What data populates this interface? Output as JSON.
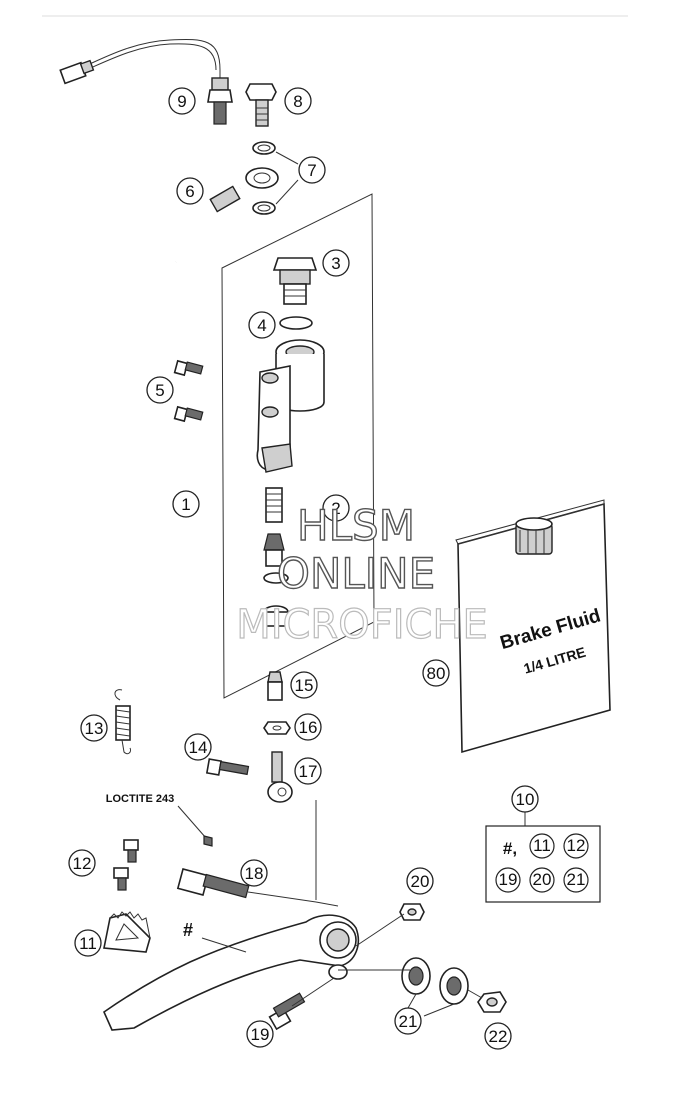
{
  "callouts": [
    {
      "id": "c1",
      "text": "1"
    },
    {
      "id": "c2",
      "text": "2"
    },
    {
      "id": "c3",
      "text": "3"
    },
    {
      "id": "c4",
      "text": "4"
    },
    {
      "id": "c5",
      "text": "5"
    },
    {
      "id": "c6",
      "text": "6"
    },
    {
      "id": "c7",
      "text": "7"
    },
    {
      "id": "c8",
      "text": "8"
    },
    {
      "id": "c9",
      "text": "9"
    },
    {
      "id": "c10",
      "text": "10"
    },
    {
      "id": "c11",
      "text": "11"
    },
    {
      "id": "c12",
      "text": "12"
    },
    {
      "id": "c13",
      "text": "13"
    },
    {
      "id": "c14",
      "text": "14"
    },
    {
      "id": "c15",
      "text": "15"
    },
    {
      "id": "c16",
      "text": "16"
    },
    {
      "id": "c17",
      "text": "17"
    },
    {
      "id": "c18",
      "text": "18"
    },
    {
      "id": "c19",
      "text": "19"
    },
    {
      "id": "c20",
      "text": "20"
    },
    {
      "id": "c21",
      "text": "21"
    },
    {
      "id": "c22",
      "text": "22"
    },
    {
      "id": "c80",
      "text": "80"
    }
  ],
  "kit_box": {
    "hash_label": "#,",
    "items_top": [
      "11",
      "12"
    ],
    "items_bottom": [
      "19",
      "20",
      "21"
    ]
  },
  "hash_mark": "#",
  "loctite_label": "LOCTITE 243",
  "bottle": {
    "line1": "Brake Fluid",
    "line2": "1/4 LITRE"
  },
  "watermark": {
    "line1": "HLSM",
    "line2": "ONLINE",
    "line3": "MICROFICHE"
  }
}
